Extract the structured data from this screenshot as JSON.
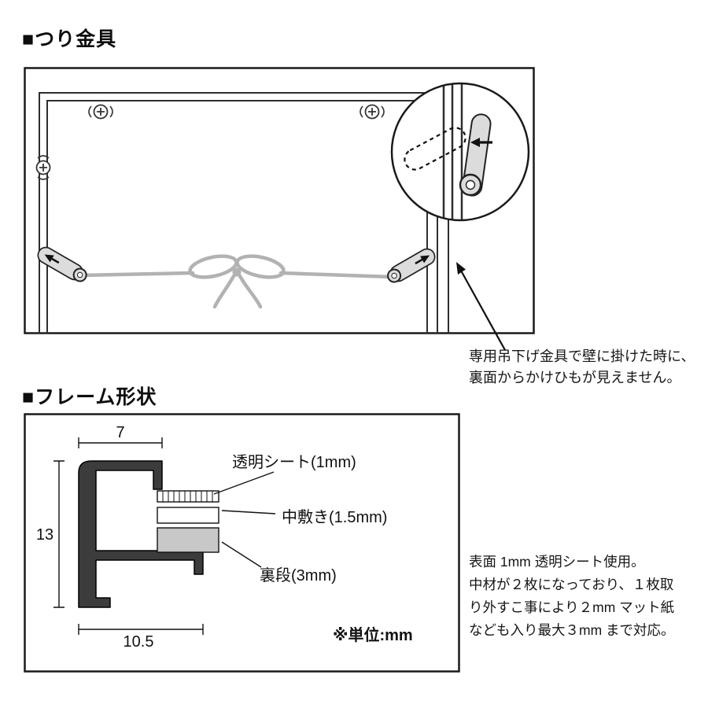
{
  "hanging_section": {
    "title": "■つり金具",
    "caption": [
      "専用吊下げ金具で壁に掛けた時に、",
      "裏面からかけひもが見えません。"
    ]
  },
  "frame_section": {
    "title": "■フレーム形状",
    "dimensions": {
      "top_width": "7",
      "side_height": "13",
      "bottom_width": "10.5"
    },
    "layer_labels": {
      "sheet": "透明シート(1mm)",
      "middle": "中敷き(1.5mm)",
      "back": "裏段(3mm)"
    },
    "unit_note": "※単位:mm",
    "description": [
      "表面 1mm 透明シート使用。",
      "中材が２枚になっており、１枚取",
      "り外すこ事により２mm マット紙",
      "なども入り最大３mm まで対応。"
    ]
  },
  "colors": {
    "ink": "#1a1a1a",
    "cord": "#b2b2b2",
    "metal": "#dcdcdc",
    "back_layer": "#c8c8c8"
  }
}
